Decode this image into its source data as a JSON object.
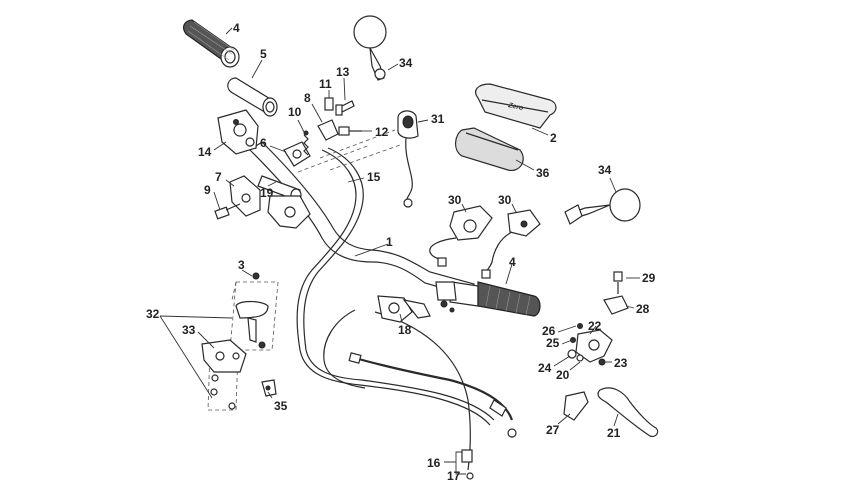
{
  "diagram": {
    "callouts": [
      {
        "id": "c4a",
        "label": "4"
      },
      {
        "id": "c5",
        "label": "5"
      },
      {
        "id": "c34a",
        "label": "34"
      },
      {
        "id": "c13",
        "label": "13"
      },
      {
        "id": "c11",
        "label": "11"
      },
      {
        "id": "c8",
        "label": "8"
      },
      {
        "id": "c10",
        "label": "10"
      },
      {
        "id": "c12",
        "label": "12"
      },
      {
        "id": "c31",
        "label": "31"
      },
      {
        "id": "c2",
        "label": "2"
      },
      {
        "id": "c36",
        "label": "36"
      },
      {
        "id": "c14",
        "label": "14"
      },
      {
        "id": "c6",
        "label": "6"
      },
      {
        "id": "c19",
        "label": "19"
      },
      {
        "id": "c15",
        "label": "15"
      },
      {
        "id": "c7",
        "label": "7"
      },
      {
        "id": "c9",
        "label": "9"
      },
      {
        "id": "c30a",
        "label": "30"
      },
      {
        "id": "c30b",
        "label": "30"
      },
      {
        "id": "c34b",
        "label": "34"
      },
      {
        "id": "c1",
        "label": "1"
      },
      {
        "id": "c4b",
        "label": "4"
      },
      {
        "id": "c3",
        "label": "3"
      },
      {
        "id": "c29",
        "label": "29"
      },
      {
        "id": "c32",
        "label": "32"
      },
      {
        "id": "c28",
        "label": "28"
      },
      {
        "id": "c33",
        "label": "33"
      },
      {
        "id": "c18",
        "label": "18"
      },
      {
        "id": "c26",
        "label": "26"
      },
      {
        "id": "c22",
        "label": "22"
      },
      {
        "id": "c25",
        "label": "25"
      },
      {
        "id": "c23",
        "label": "23"
      },
      {
        "id": "c24",
        "label": "24"
      },
      {
        "id": "c20",
        "label": "20"
      },
      {
        "id": "c35",
        "label": "35"
      },
      {
        "id": "c27",
        "label": "27"
      },
      {
        "id": "c21",
        "label": "21"
      },
      {
        "id": "c16",
        "label": "16"
      },
      {
        "id": "c17",
        "label": "17"
      }
    ],
    "pad_brand_text": "Zero"
  }
}
